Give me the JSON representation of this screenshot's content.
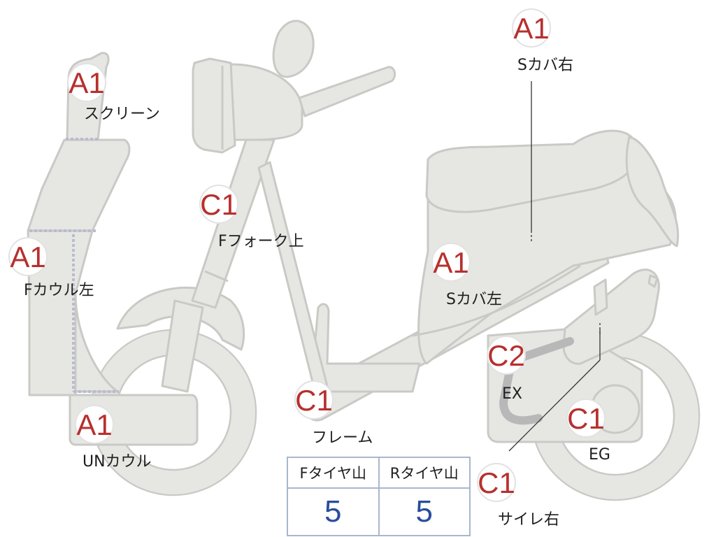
{
  "diagram": {
    "parts": [
      {
        "code": "A1",
        "code_color": "#b7302e",
        "label": "スクリーン"
      },
      {
        "code": "A1",
        "code_color": "#b7302e",
        "label": "Fカウル左"
      },
      {
        "code": "A1",
        "code_color": "#b7302e",
        "label": "UNカウル"
      },
      {
        "code": "C1",
        "code_color": "#b7302e",
        "label": "Fフォーク上"
      },
      {
        "code": "C1",
        "code_color": "#b7302e",
        "label": "フレーム"
      },
      {
        "code": "A1",
        "code_color": "#b7302e",
        "label": "Sカバ右"
      },
      {
        "code": "A1",
        "code_color": "#b7302e",
        "label": "Sカバ左"
      },
      {
        "code": "C2",
        "code_color": "#b7302e",
        "label": "EX"
      },
      {
        "code": "C1",
        "code_color": "#b7302e",
        "label": "EG"
      },
      {
        "code": "C1",
        "code_color": "#b7302e",
        "label": "サイレ右"
      }
    ]
  },
  "tire_table": {
    "headers": [
      "Fタイヤ山",
      "Rタイヤ山"
    ],
    "values": [
      "5",
      "5"
    ],
    "value_color": "#2a4d9b"
  }
}
